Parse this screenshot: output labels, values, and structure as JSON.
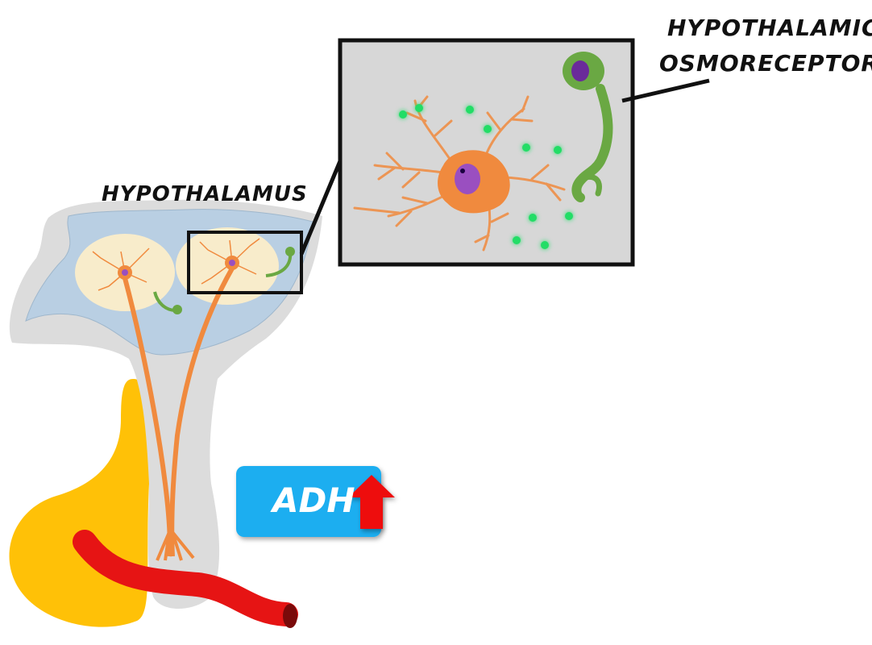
{
  "labels": {
    "hypothalamus": "HYPOTHALAMUS",
    "osmoreceptors_line1": "HYPOTHALAMIC",
    "osmoreceptors_line2": "OSMORECEPTORS"
  },
  "hormone": {
    "name": "ADH",
    "trend": "increase",
    "trend_icon": "up-arrow-icon"
  },
  "colors": {
    "hypothalamus_fill": "#b9cfe3",
    "outline_gray": "#d8d8d8",
    "nucleus_area": "#f8eccb",
    "neuron_orange": "#f08a3e",
    "osmoreceptor_green": "#6aa843",
    "nucleus_purple": "#9a4fc0",
    "pituitary_yellow": "#ffc107",
    "blood_vessel_red": "#e61414",
    "adh_badge": "#1aaef0",
    "arrow_red": "#ee1111",
    "solute_green": "#22dd66",
    "zoom_bg": "#d7d7d7"
  }
}
